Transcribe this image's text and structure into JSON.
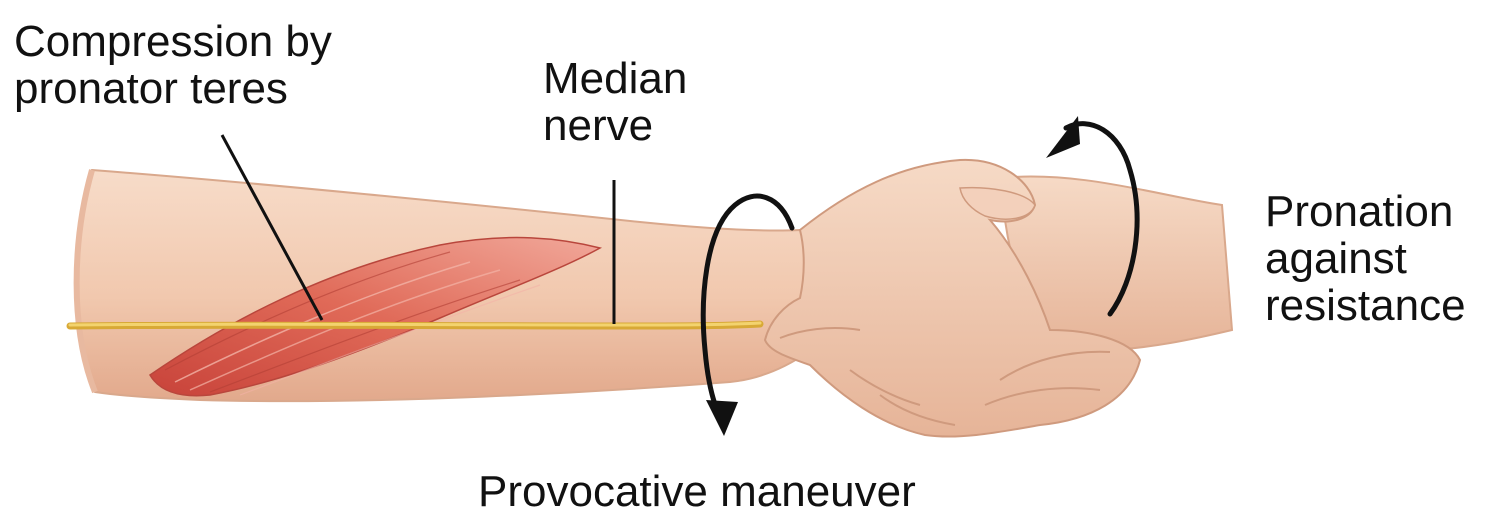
{
  "labels": {
    "compression": {
      "line1": "Compression by",
      "line2": "pronator teres"
    },
    "median": {
      "line1": "Median",
      "line2": "nerve"
    },
    "pronation": {
      "line1": "Pronation",
      "line2": "against",
      "line3": "resistance"
    },
    "provocative": "Provocative maneuver"
  },
  "colors": {
    "skin": "#f2cdb4",
    "skin_shadow": "#e3ad92",
    "muscle": "#d9584c",
    "nerve": "#e8c24a",
    "ink": "#111111"
  },
  "icons": [
    "rotation-arrow-icon",
    "rotation-arrow-icon"
  ]
}
